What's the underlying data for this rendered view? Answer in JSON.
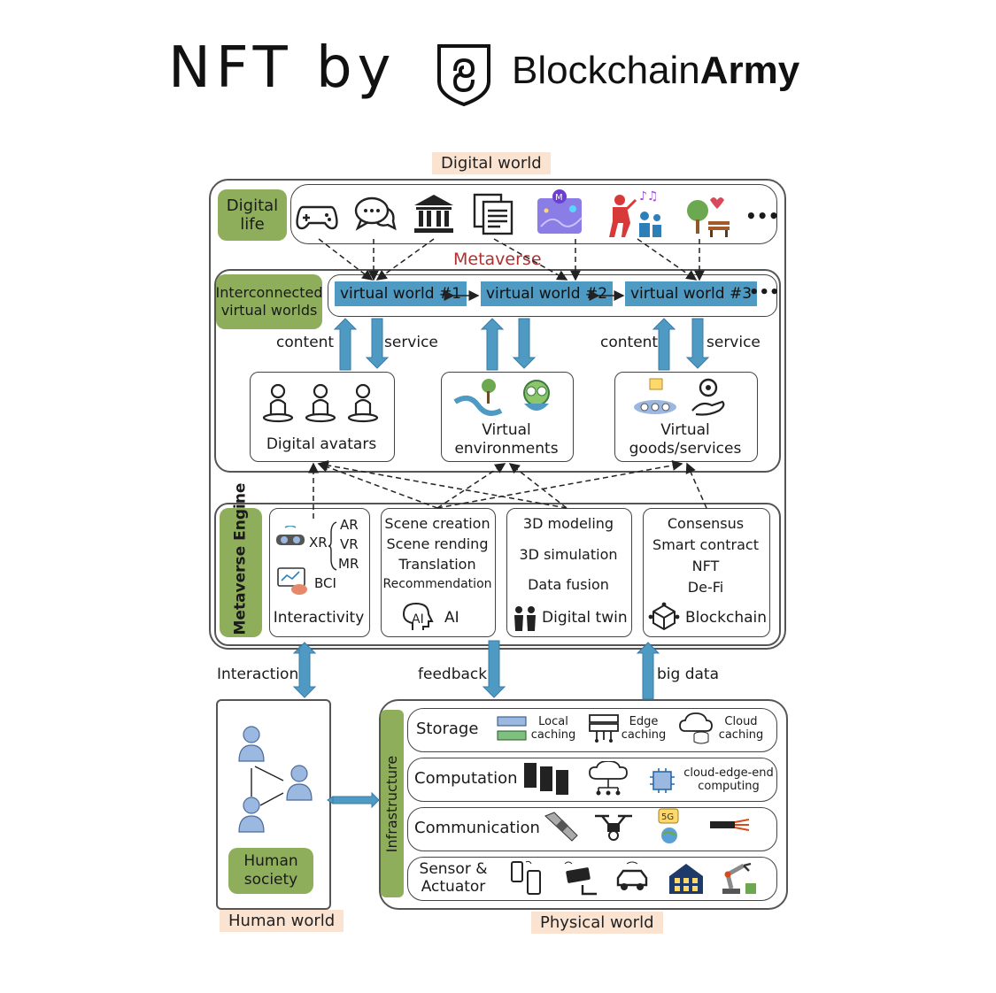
{
  "header": {
    "title_prefix": "NFT by",
    "brand_regular": "Blockchain",
    "brand_bold": "Army"
  },
  "regions": {
    "digital_world": "Digital world",
    "human_world": "Human world",
    "physical_world": "Physical world",
    "metaverse": "Metaverse"
  },
  "digital_life": {
    "label": "Digital life",
    "icons": [
      "gamepad-icon",
      "chat-icon",
      "bank-icon",
      "documents-icon",
      "nft-card-icon",
      "concert-icon",
      "park-icon"
    ],
    "more": "•••"
  },
  "interconnected": {
    "label": "Interconnected virtual worlds",
    "worlds": [
      "virtual world #1",
      "virtual world #2",
      "virtual world #3"
    ],
    "more": "•••"
  },
  "flows": {
    "content_left": "content",
    "service_left": "service",
    "content_right": "content",
    "service_right": "service"
  },
  "components": {
    "avatars": "Digital avatars",
    "environments": "Virtual environments",
    "goods": "Virtual goods/services"
  },
  "engine": {
    "label": "Metaverse Engine",
    "interactivity": {
      "xr": "XR",
      "ar": "AR",
      "vr": "VR",
      "mr": "MR",
      "bci": "BCI",
      "title": "Interactivity"
    },
    "ai": {
      "items": [
        "Scene creation",
        "Scene rending",
        "Translation",
        "Recommendation"
      ],
      "title": "AI",
      "icon_text": "AI"
    },
    "twin": {
      "items": [
        "3D modeling",
        "3D simulation",
        "Data fusion"
      ],
      "title": "Digital twin"
    },
    "blockchain": {
      "items": [
        "Consensus",
        "Smart contract",
        "NFT",
        "De-Fi"
      ],
      "title": "Blockchain"
    }
  },
  "links": {
    "interaction": "Interaction",
    "feedback": "feedback",
    "big_data": "big data"
  },
  "human": {
    "label": "Human society"
  },
  "infrastructure": {
    "label": "Infrastructure",
    "storage": {
      "label": "Storage",
      "local": "Local caching",
      "edge": "Edge caching",
      "cloud": "Cloud caching"
    },
    "computation": {
      "label": "Computation",
      "cloud_edge": "cloud-edge-end computing"
    },
    "communication": {
      "label": "Communication"
    },
    "sensor": {
      "label": "Sensor & Actuator"
    }
  },
  "colors": {
    "green": "#8fae5b",
    "blue": "#4f9ac2",
    "region_tag": "#fbe3d1",
    "metaverse_red": "#b03030"
  }
}
